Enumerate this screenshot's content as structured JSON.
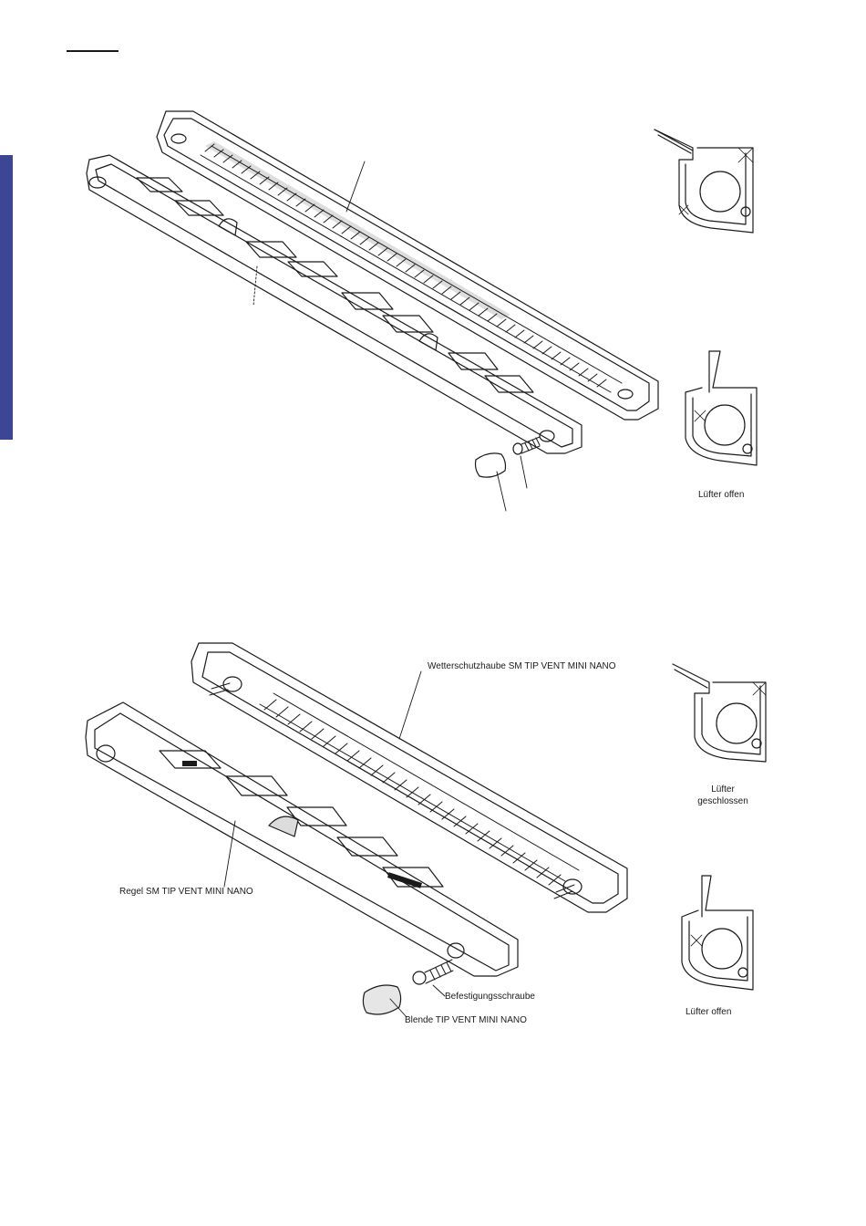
{
  "page": {
    "accent_color": "#3c4694"
  },
  "labels": {
    "hood": "Wetterschutzhaube SM TIP VENT MINI NANO",
    "regel": "Regel SM TIP VENT MINI NANO",
    "screw": "Befestigungsschraube",
    "blende": "Blende TIP VENT MINI NANO",
    "status_open_top": "Lüfter offen",
    "status_closed_line1": "Lüfter",
    "status_closed_line2": "geschlossen",
    "status_open_bottom": "Lüfter offen"
  }
}
